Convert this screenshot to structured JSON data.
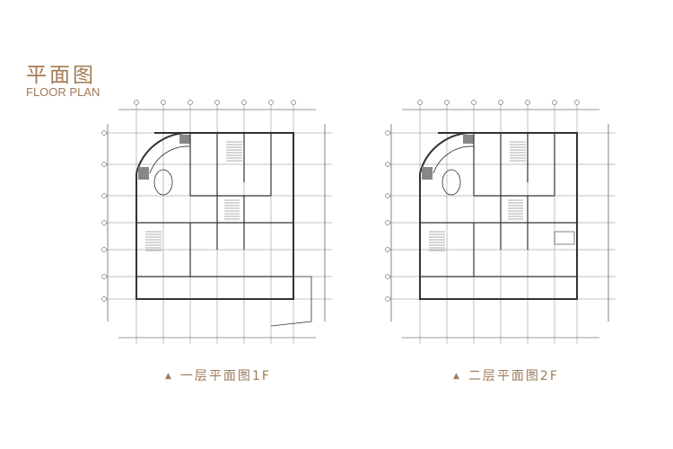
{
  "header": {
    "title_cn": "平面图",
    "title_en": "FLOOR PLAN"
  },
  "plans": [
    {
      "caption": "一层平面图1F",
      "marker": "triangle-icon"
    },
    {
      "caption": "二层平面图2F",
      "marker": "triangle-icon"
    }
  ],
  "colors": {
    "accent": "#a27a55",
    "line": "#333333"
  }
}
